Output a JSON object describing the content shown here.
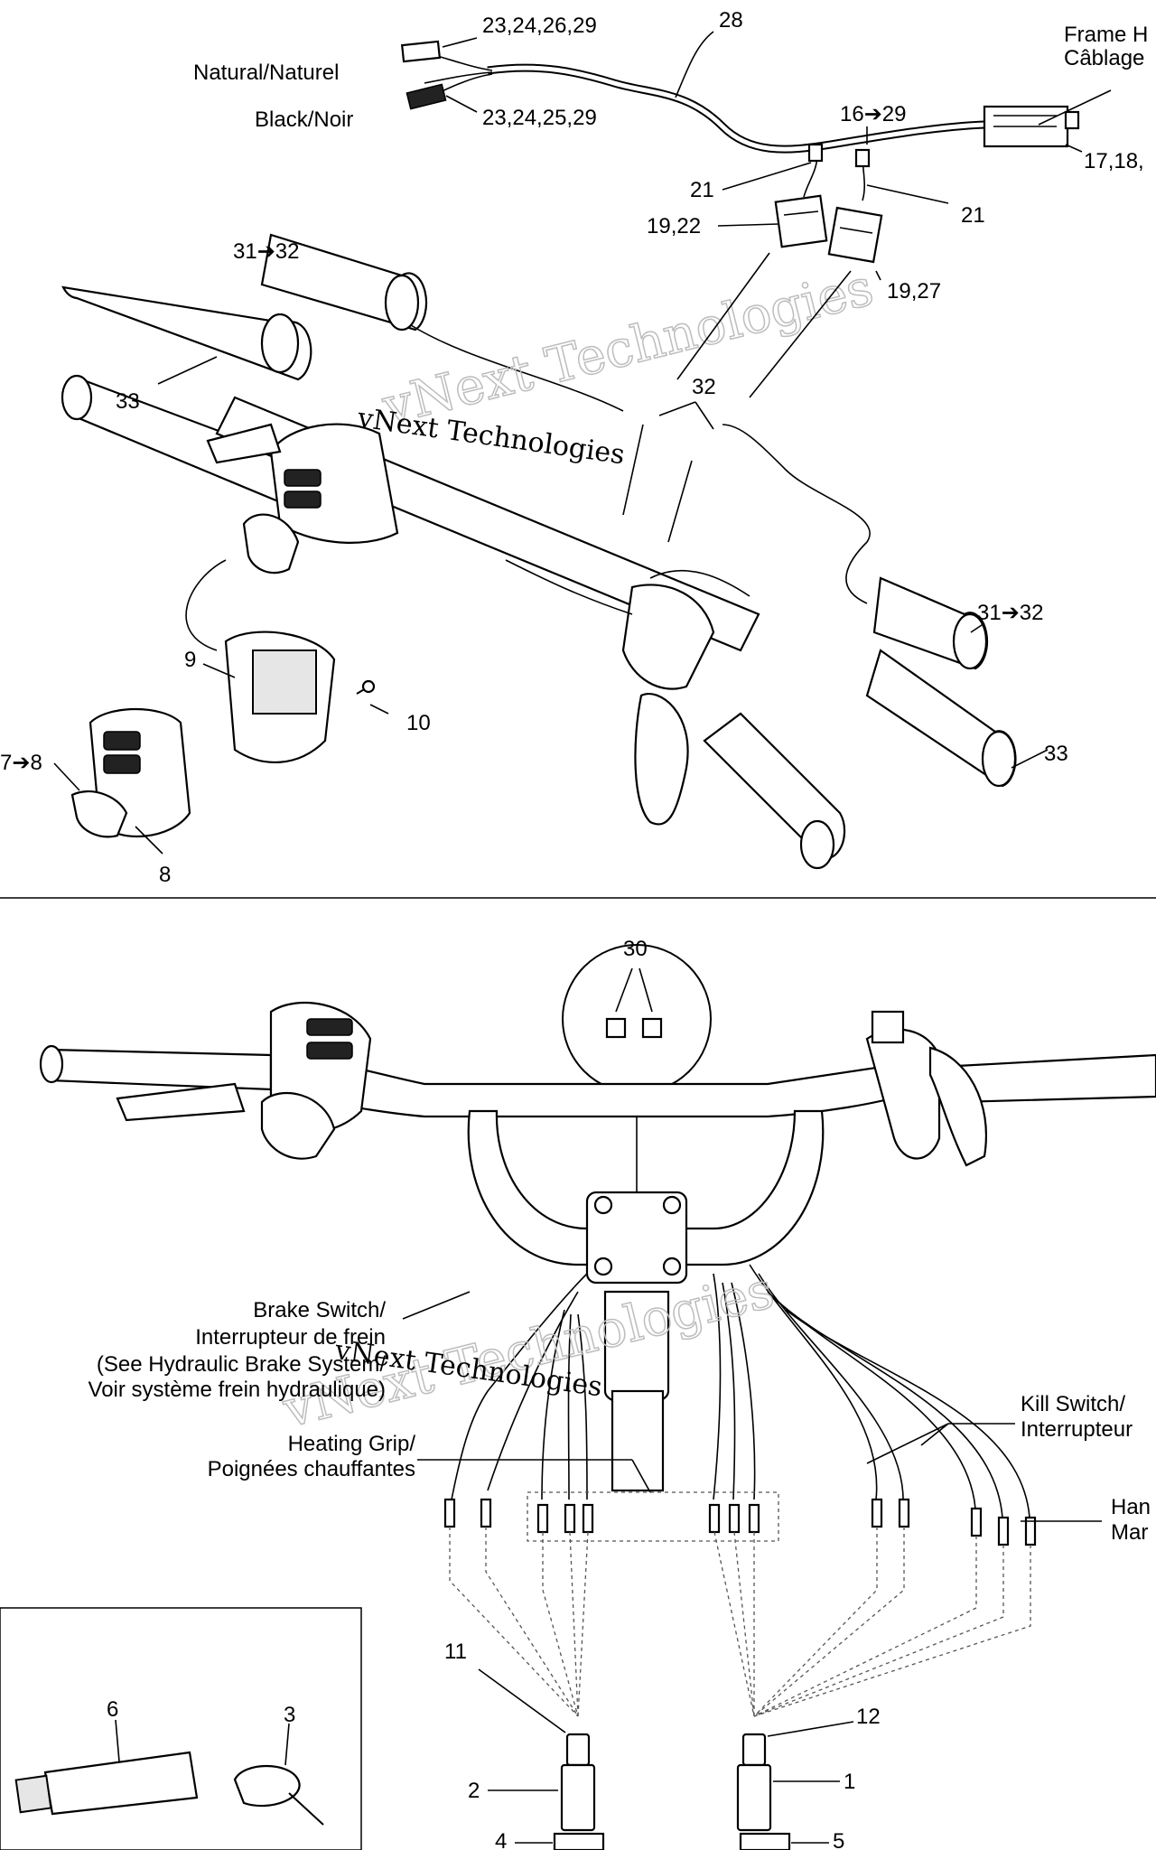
{
  "callouts": {
    "c_23_24_26_29": "23,24,26,29",
    "c_23_24_25_29": "23,24,25,29",
    "c_28": "28",
    "c_16_29": "16➔29",
    "c_17_18": "17,18,",
    "c_21a": "21",
    "c_21b": "21",
    "c_19_22": "19,22",
    "c_19_27": "19,27",
    "c_31_32a": "31➔32",
    "c_32": "32",
    "c_33a": "33",
    "c_31_32b": "31➔32",
    "c_33b": "33",
    "c_9": "9",
    "c_10": "10",
    "c_7_8": "7➔8",
    "c_8": "8",
    "c_30": "30",
    "c_11": "11",
    "c_12": "12",
    "c_2": "2",
    "c_1": "1",
    "c_4": "4",
    "c_5": "5",
    "c_6": "6",
    "c_3": "3"
  },
  "labels": {
    "natural": "Natural/Naturel",
    "black": "Black/Noir",
    "frame_line1": "Frame H",
    "frame_line2": "Câblage",
    "brake_line1": "Brake Switch/",
    "brake_line2": "Interrupteur de frein",
    "brake_line3": "(See Hydraulic Brake System/",
    "brake_line4": "Voir système frein hydraulique)",
    "heating_line1": "Heating Grip/",
    "heating_line2": "Poignées chauffantes",
    "kill_line1": "Kill Switch/",
    "kill_line2": "Interrupteur",
    "hand_line1": "Han",
    "hand_line2": "Mar"
  },
  "watermark": {
    "text": "vNext Technologies"
  }
}
